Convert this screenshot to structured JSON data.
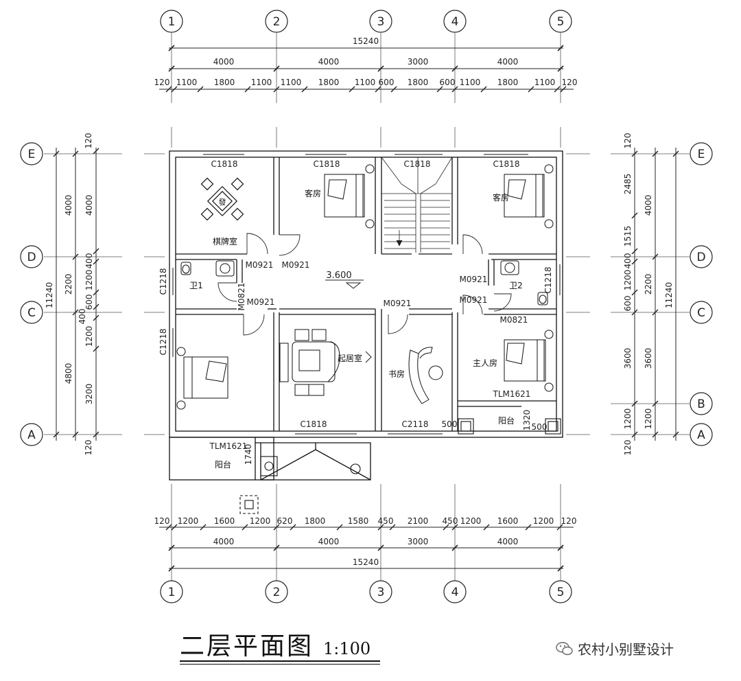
{
  "grid_axes": {
    "vertical": [
      "1",
      "2",
      "3",
      "4",
      "5"
    ],
    "horizontal": [
      "E",
      "D",
      "C",
      "B",
      "A"
    ]
  },
  "top_dims": {
    "total": "15240",
    "bays": [
      "4000",
      "4000",
      "3000",
      "4000"
    ],
    "detail": [
      "120",
      "1100",
      "1800",
      "1100",
      "1100",
      "1800",
      "1100",
      "600",
      "1800",
      "600",
      "1100",
      "1800",
      "1100",
      "120"
    ]
  },
  "bottom_dims": {
    "total": "15240",
    "bays": [
      "4000",
      "4000",
      "3000",
      "4000"
    ],
    "detail": [
      "120",
      "1200",
      "1600",
      "1200",
      "620",
      "1800",
      "1580",
      "450",
      "2100",
      "450",
      "1200",
      "1600",
      "1200",
      "120"
    ]
  },
  "left_dims": {
    "total": "11240",
    "outer": [
      "120",
      "4000",
      "2200",
      "4800",
      "120"
    ],
    "middle": [
      "4000",
      "400",
      "1200",
      "600",
      "400",
      "1200",
      "3200"
    ]
  },
  "right_dims": {
    "total": "11240",
    "outer": [
      "120",
      "4000",
      "2200",
      "3600",
      "1200",
      "120"
    ],
    "middle": [
      "2485",
      "1515",
      "400",
      "1200",
      "600",
      "3600",
      "1200"
    ]
  },
  "rooms": {
    "chess": "棋牌室",
    "guest1": "客房",
    "guest2": "客房",
    "bath1": "卫1",
    "bath2": "卫2",
    "living": "起居室",
    "study": "书房",
    "master": "主人房",
    "balcony1": "阳台",
    "balcony2": "阳台",
    "mahjong_tile": "發"
  },
  "openings": {
    "c1818_a": "C1818",
    "c1818_b": "C1818",
    "c1818_c": "C1818",
    "c1818_d": "C1818",
    "c1818_e": "C1818",
    "c1218_a": "C1218",
    "c1218_b": "C1218",
    "c1218_c": "C1218",
    "m0921_a": "M0921",
    "m0921_b": "M0921",
    "m0921_c": "M0921",
    "m0921_d": "M0921",
    "m0921_e": "M0921",
    "m0921_f": "M0921",
    "m0821_a": "M0821",
    "m0821_b": "M0821",
    "tlm_a": "TLM1621",
    "tlm_b": "TLM1621",
    "c2118": "C2118"
  },
  "misc_dims": {
    "elevation": "3.600",
    "d500a": "500",
    "d500b": "500",
    "d1320": "1320",
    "d1740": "1740"
  },
  "title": {
    "main": "二层平面图",
    "scale": "1:100"
  },
  "watermark": "农村小别墅设计"
}
